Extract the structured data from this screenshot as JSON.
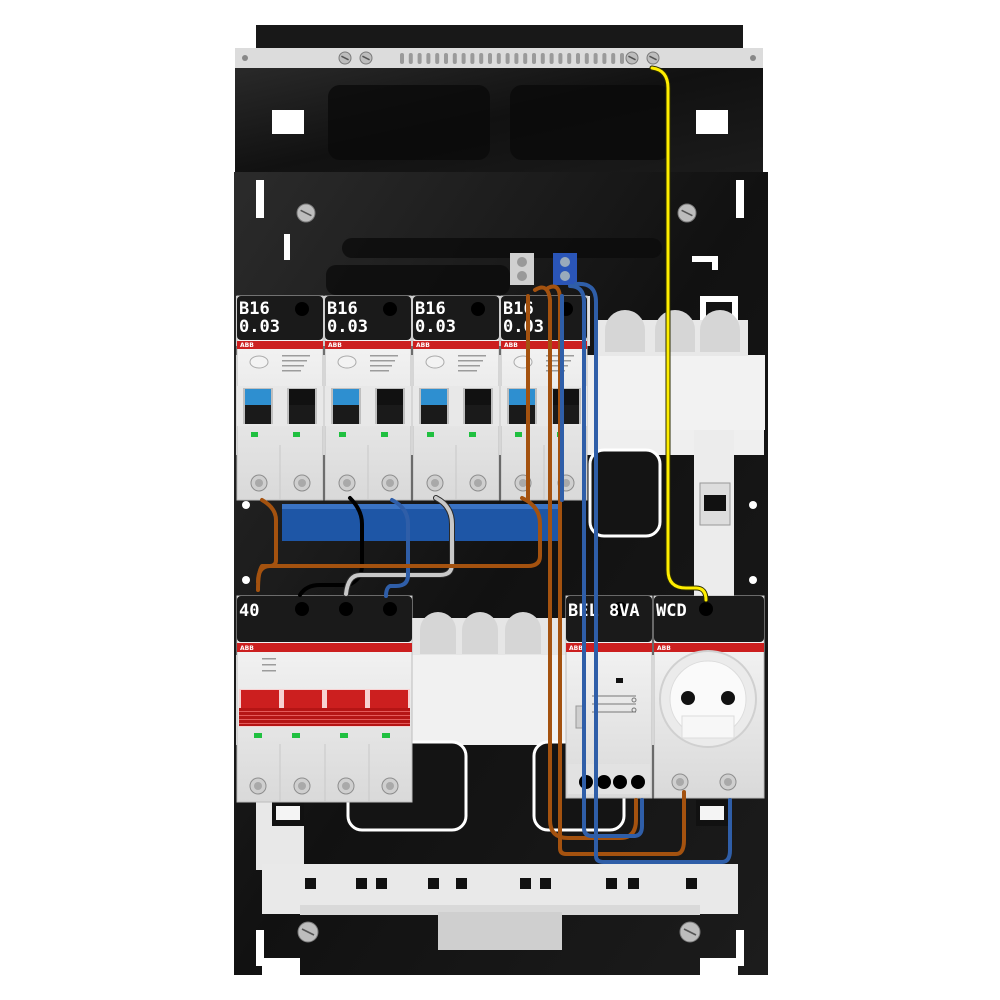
{
  "rcbo_modules": [
    {
      "rating": "B16",
      "sensitivity": "0.03"
    },
    {
      "rating": "B16",
      "sensitivity": "0.03"
    },
    {
      "rating": "B16",
      "sensitivity": "0.03"
    },
    {
      "rating": "B16",
      "sensitivity": "0.03"
    }
  ],
  "main_switch": {
    "label": "40"
  },
  "bell_transformer": {
    "label": "BEL 8VA"
  },
  "socket_module": {
    "label": "WCD"
  },
  "brand": "ABB",
  "colors": {
    "enclosure": "#161616",
    "din_rail": "#e4e4e4",
    "busbar": "#1e56a6",
    "switch_red": "#cc1f1f",
    "lever_blue": "#2e8fd0",
    "wire_brown": "#a4520f",
    "wire_blue": "#2f5ea8",
    "wire_yellow": "#ffee00",
    "wire_grey": "#bdbdbd",
    "wire_black": "#000000"
  }
}
